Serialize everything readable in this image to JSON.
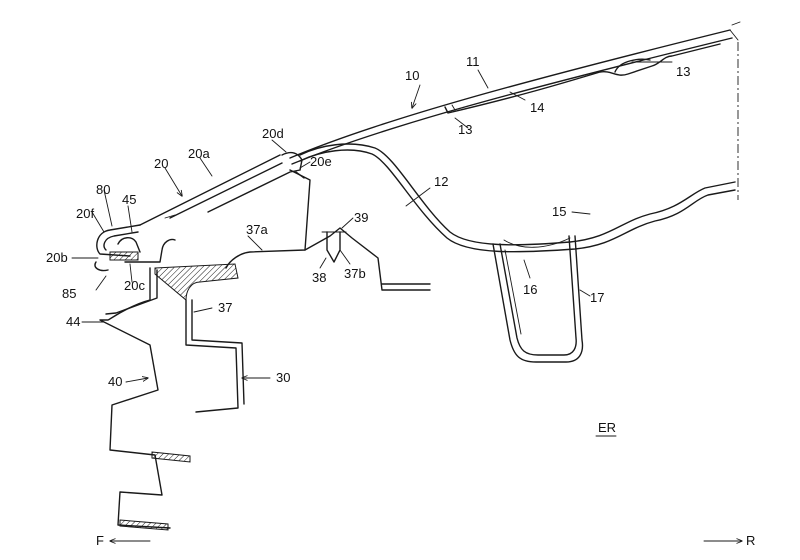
{
  "figure": {
    "labels": {
      "l10": "10",
      "l11": "11",
      "l12": "12",
      "l13a": "13",
      "l13b": "13",
      "l14": "14",
      "l15": "15",
      "l16": "16",
      "l17": "17",
      "l20": "20",
      "l20a": "20a",
      "l20b": "20b",
      "l20c": "20c",
      "l20d": "20d",
      "l20e": "20e",
      "l20f": "20f",
      "l30": "30",
      "l37": "37",
      "l37a": "37a",
      "l37b": "37b",
      "l38": "38",
      "l39": "39",
      "l40": "40",
      "l44": "44",
      "l45": "45",
      "l80": "80",
      "l85": "85"
    },
    "direction": {
      "front": "F",
      "rear": "R",
      "section_mark": "ER"
    }
  }
}
